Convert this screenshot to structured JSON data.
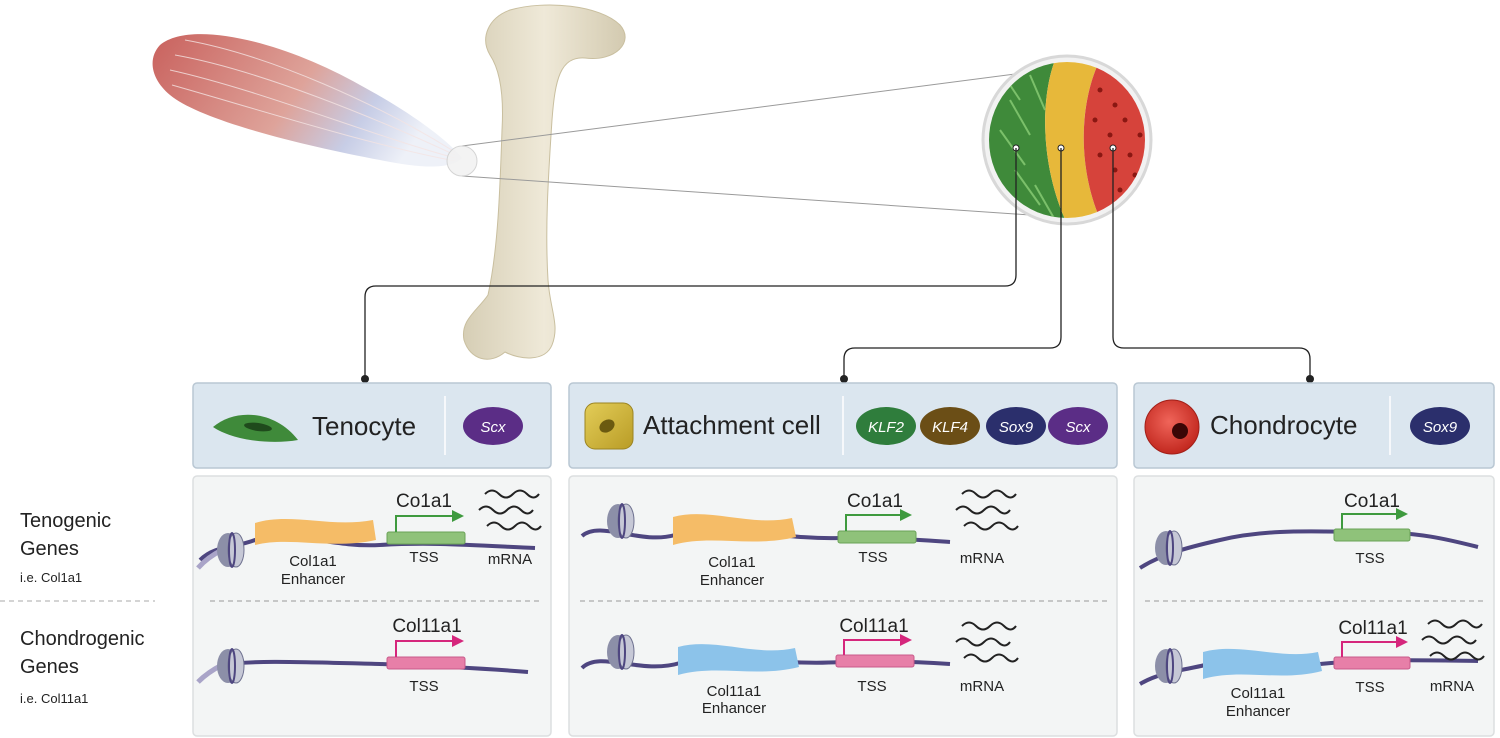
{
  "row_labels": {
    "tenogenic": {
      "title_line1": "Tenogenic",
      "title_line2": "Genes",
      "example": "i.e. Col1a1"
    },
    "chondrogenic": {
      "title_line1": "Chondrogenic",
      "title_line2": "Genes",
      "example": "i.e. Col11a1"
    }
  },
  "panels": [
    {
      "cell_name": "Tenocyte",
      "factors": [
        "Scx"
      ],
      "tenogenic": {
        "gene": "Co1a1",
        "enhancer_line1": "Col1a1",
        "enhancer_line2": "Enhancer",
        "tss": "TSS",
        "mrna": "mRNA"
      },
      "chondrogenic": {
        "gene": "Col11a1",
        "tss": "TSS"
      }
    },
    {
      "cell_name": "Attachment cell",
      "factors": [
        "KLF2",
        "KLF4",
        "Sox9",
        "Scx"
      ],
      "tenogenic": {
        "gene": "Co1a1",
        "enhancer_line1": "Col1a1",
        "enhancer_line2": "Enhancer",
        "tss": "TSS",
        "mrna": "mRNA"
      },
      "chondrogenic": {
        "gene": "Col11a1",
        "enhancer_line1": "Col11a1",
        "enhancer_line2": "Enhancer",
        "tss": "TSS",
        "mrna": "mRNA"
      }
    },
    {
      "cell_name": "Chondrocyte",
      "factors": [
        "Sox9"
      ],
      "tenogenic": {
        "gene": "Co1a1",
        "tss": "TSS"
      },
      "chondrogenic": {
        "gene": "Col11a1",
        "enhancer_line1": "Col11a1",
        "enhancer_line2": "Enhancer",
        "tss": "TSS",
        "mrna": "mRNA"
      }
    }
  ],
  "colors": {
    "header_bg": "#dbe6ef",
    "panel_bg": "#f3f5f5",
    "dna": "#4e4680",
    "scx": "#5b2d86",
    "klf2": "#2f7d3c",
    "klf4": "#6b4e16",
    "sox9": "#2b2f6c",
    "enhancer_col1a1": "#f5bc67",
    "enhancer_col11a1": "#8cc3ea",
    "tss_tenogenic": "#8fc27a",
    "tss_chondrogenic": "#e77fa8",
    "arrow_tenogenic": "#3e9a3e",
    "arrow_chondrogenic": "#d5267c"
  }
}
